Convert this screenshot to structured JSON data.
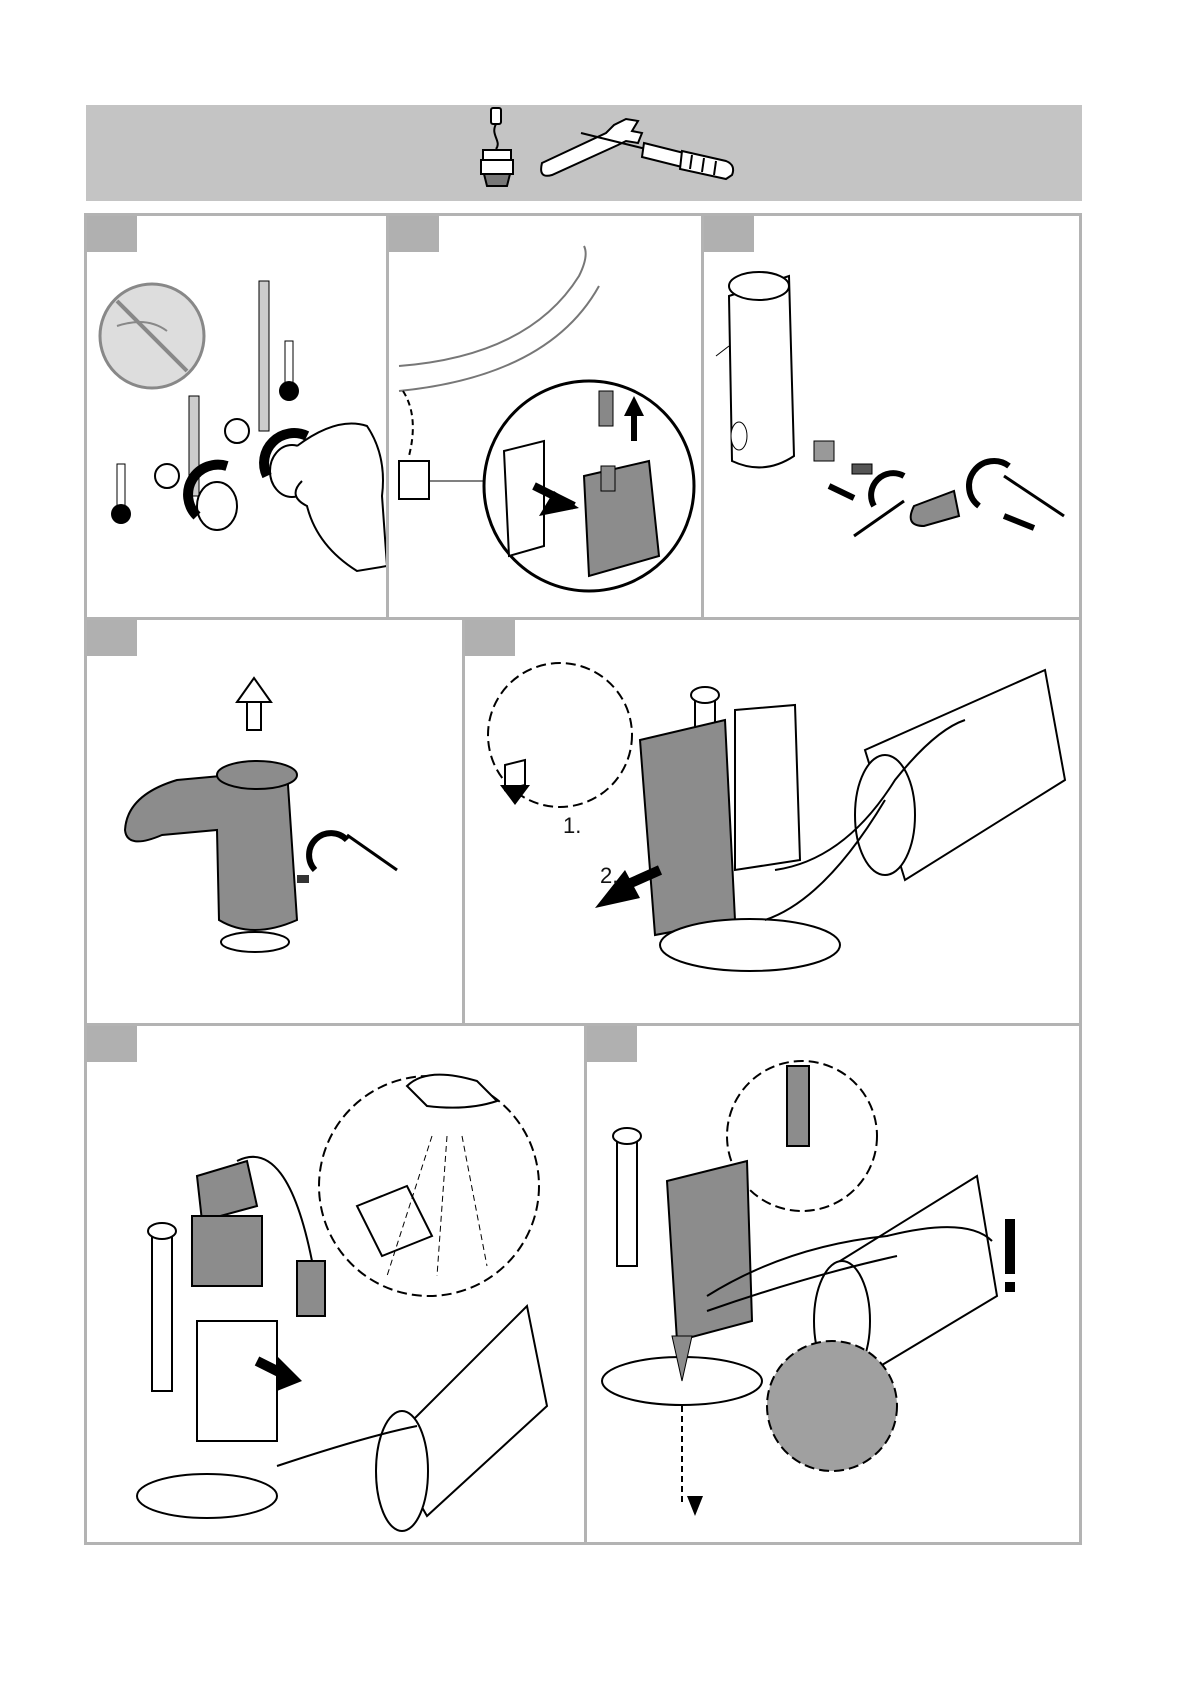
{
  "header": {
    "tools_icons": [
      "sensor-plug-icon",
      "wrench-icon",
      "screwdriver-icon"
    ]
  },
  "panels": [
    {
      "id": "p1",
      "illustration": "shut-off-valves-thermometers"
    },
    {
      "id": "p2",
      "illustration": "disconnect-battery-box"
    },
    {
      "id": "p3",
      "illustration": "remove-sensor-and-lever"
    },
    {
      "id": "p4",
      "illustration": "remove-spout-body"
    },
    {
      "id": "p5",
      "illustration": "remove-electronics-holder",
      "step_labels": [
        "1.",
        "2."
      ]
    },
    {
      "id": "p6",
      "illustration": "replace-solenoid-valve"
    },
    {
      "id": "p7",
      "illustration": "reassemble-with-cable-routing",
      "warning": "!"
    }
  ],
  "colors": {
    "header_bg": "#c4c4c4",
    "border": "#b3b3b3",
    "tab": "#b0b0b0",
    "part_fill": "#8c8c8c"
  }
}
